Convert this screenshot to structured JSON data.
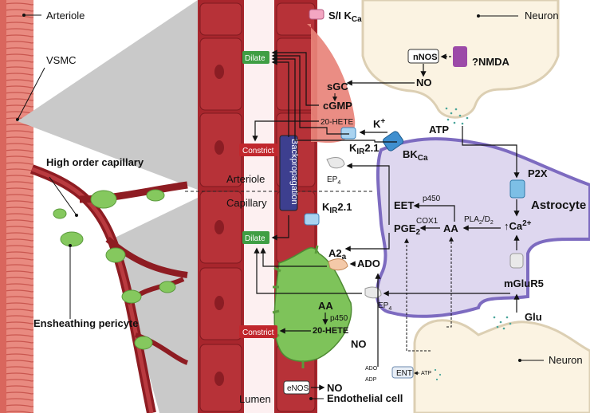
{
  "labels": {
    "arteriole_left": "Arteriole",
    "vsmc": "VSMC",
    "high_order_capillary": "High order capillary",
    "ensheathing_pericyte": "Ensheathing pericyte",
    "arteriole_mid": "Arteriole",
    "capillary_mid": "Capillary",
    "lumen": "Lumen",
    "endothelial_cell": "Endothelial cell",
    "neuron_top": "Neuron",
    "neuron_bottom": "Neuron",
    "astrocyte": "Astrocyte",
    "backpropagation": "Backpropagation"
  },
  "molecules": {
    "si_kca": "S/I K",
    "si_kca_sub": "Ca",
    "nnos": "nNOS",
    "nmda": "?NMDA",
    "no_top": "NO",
    "sgc": "sGC",
    "cgmp": "cGMP",
    "hete_top": "20-HETE",
    "k_plus": "K",
    "k_plus_sup": "+",
    "kir_top": "K",
    "kir_top_sub": "IR",
    "kir_top_num": "2.1",
    "bk": "BK",
    "bk_sub": "Ca",
    "atp_top": "ATP",
    "p2x": "P2X",
    "ep4_top": "EP",
    "ep4_top_sub": "4",
    "eet": "EET",
    "p450_astro": "p450",
    "cox1": "COX1",
    "pla2": "PLA",
    "pla2_sub": "2",
    "pla2_rest": "/D",
    "pla2_sub2": "2",
    "pge2": "PGE",
    "pge2_sub": "2",
    "aa_astro": "AA",
    "ca": "Ca",
    "ca_sup": "2+",
    "ca_arrow": "↑",
    "kir_cap": "K",
    "kir_cap_sub": "IR",
    "kir_cap_num": "2.1",
    "a2a": "A2",
    "a2a_sub": "a",
    "ado": "ADO",
    "ep4_cap": "EP",
    "ep4_cap_sub": "4",
    "mglur5": "mGluR5",
    "aa_peri": "AA",
    "p450_peri": "p450",
    "hete_peri": "20-HETE",
    "no_peri": "NO",
    "glu": "Glu",
    "ado_small": "ADO",
    "adp_small": "ADP",
    "ent": "ENT",
    "atp_small": "ATP",
    "enos": "eNOS",
    "no_endo": "NO"
  },
  "buttons": {
    "dilate_top": "Dilate",
    "constrict_top": "Constrict",
    "dilate_cap": "Dilate",
    "constrict_cap": "Constrict"
  },
  "colors": {
    "dilate": "#3f9e44",
    "constrict": "#c1272d",
    "astrocyte_fill": "#ded7ef",
    "astrocyte_stroke": "#7d6bc0",
    "pericyte": "#7ec35a",
    "vsmc": "#e8837a",
    "vessel_wall": "#a8262d",
    "neuron_fill": "#fbf3e2"
  }
}
